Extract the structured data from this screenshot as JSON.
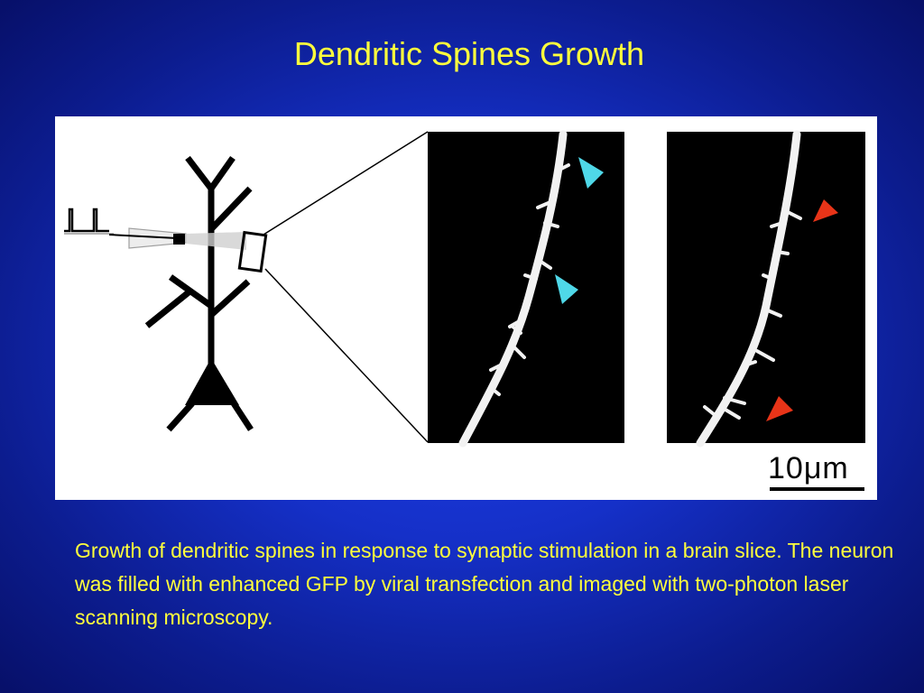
{
  "slide": {
    "title": "Dendritic Spines Growth",
    "caption": "Growth of dendritic spines in response to synaptic stimulation in a brain slice. The neuron was filled with enhanced GFP by viral transfection and imaged with two-photon laser scanning microscopy."
  },
  "figure": {
    "scale_label": "10μm",
    "colors": {
      "background": "#1530c8",
      "title_text": "#ffff3c",
      "before_arrows": "#4fd8e8",
      "after_arrows": "#e83418",
      "micrograph_bg": "#000000",
      "dendrite": "#f2f2f2"
    }
  }
}
